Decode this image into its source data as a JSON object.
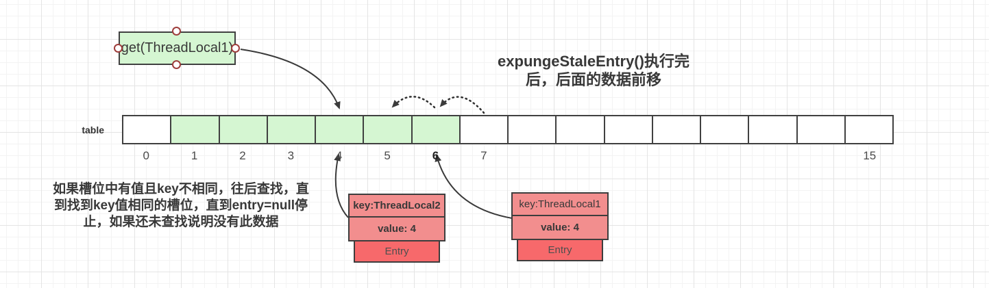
{
  "title": {
    "line1": "expungeStaleEntry()执行完",
    "line2": "后，后面的数据前移"
  },
  "note": {
    "line1": "如果槽位中有值且key不相同，往后查找，直",
    "line2": "到找到key值相同的槽位，直到entry=null停",
    "line3": "止，如果还未查找说明没有此数据"
  },
  "get_box": {
    "label": "get(ThreadLocal1)"
  },
  "table": {
    "label": "table",
    "cells": [
      {
        "index": 0,
        "label": "0",
        "green": false,
        "bold": false
      },
      {
        "index": 1,
        "label": "1",
        "green": true,
        "bold": false
      },
      {
        "index": 2,
        "label": "2",
        "green": true,
        "bold": false
      },
      {
        "index": 3,
        "label": "3",
        "green": true,
        "bold": false
      },
      {
        "index": 4,
        "label": "4",
        "green": true,
        "bold": false
      },
      {
        "index": 5,
        "label": "5",
        "green": true,
        "bold": false
      },
      {
        "index": 6,
        "label": "6",
        "green": true,
        "bold": true
      },
      {
        "index": 7,
        "label": "7",
        "green": false,
        "bold": false
      },
      {
        "index": 8,
        "label": "",
        "green": false,
        "bold": false
      },
      {
        "index": 9,
        "label": "",
        "green": false,
        "bold": false
      },
      {
        "index": 10,
        "label": "",
        "green": false,
        "bold": false
      },
      {
        "index": 11,
        "label": "",
        "green": false,
        "bold": false
      },
      {
        "index": 12,
        "label": "",
        "green": false,
        "bold": false
      },
      {
        "index": 13,
        "label": "",
        "green": false,
        "bold": false
      },
      {
        "index": 14,
        "label": "",
        "green": false,
        "bold": false
      },
      {
        "index": 15,
        "label": "15",
        "green": false,
        "bold": false
      }
    ]
  },
  "entries": [
    {
      "key": "key:ThreadLocal2",
      "value": "value: 4",
      "entry": "Entry",
      "key_bold": true,
      "points_to_index": 4
    },
    {
      "key": "key:ThreadLocal1",
      "value": "value: 4",
      "entry": "Entry",
      "key_bold": false,
      "points_to_index": 6
    }
  ],
  "colors": {
    "green_fill": "#d5f6d2",
    "shape_border": "#404040",
    "red_light": "#f28e8e",
    "red_dark": "#f7696b",
    "handle_ring": "#9e3d3b",
    "arrow": "#3a3a3a",
    "grid_minor": "#f3f3f3",
    "grid_major": "#e4e4e4"
  }
}
